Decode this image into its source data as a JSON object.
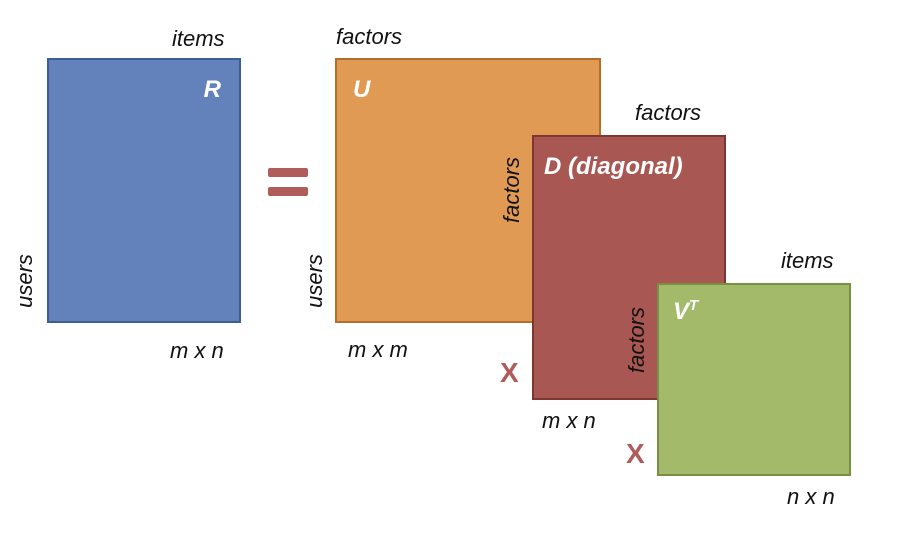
{
  "colors": {
    "r_fill": "#6382bc",
    "r_border": "#3c5f94",
    "u_fill": "#e19a54",
    "u_border": "#b46e2c",
    "d_fill": "#a85752",
    "d_border": "#7d3632",
    "v_fill": "#a2ba6a",
    "v_border": "#789042",
    "operator": "#b05c5a"
  },
  "R": {
    "title": "R",
    "top_label": "items",
    "side_label": "users",
    "dims": "m x n"
  },
  "equals": "=",
  "U": {
    "title": "U",
    "top_label": "factors",
    "side_label": "users",
    "dims": "m x m"
  },
  "times1": "X",
  "D": {
    "title": "D (diagonal)",
    "top_label": "factors",
    "side_label": "factors",
    "dims": "m x n"
  },
  "times2": "X",
  "V": {
    "title_base": "V",
    "title_sup": "T",
    "top_label": "items",
    "side_label": "factors",
    "dims": "n x n"
  }
}
